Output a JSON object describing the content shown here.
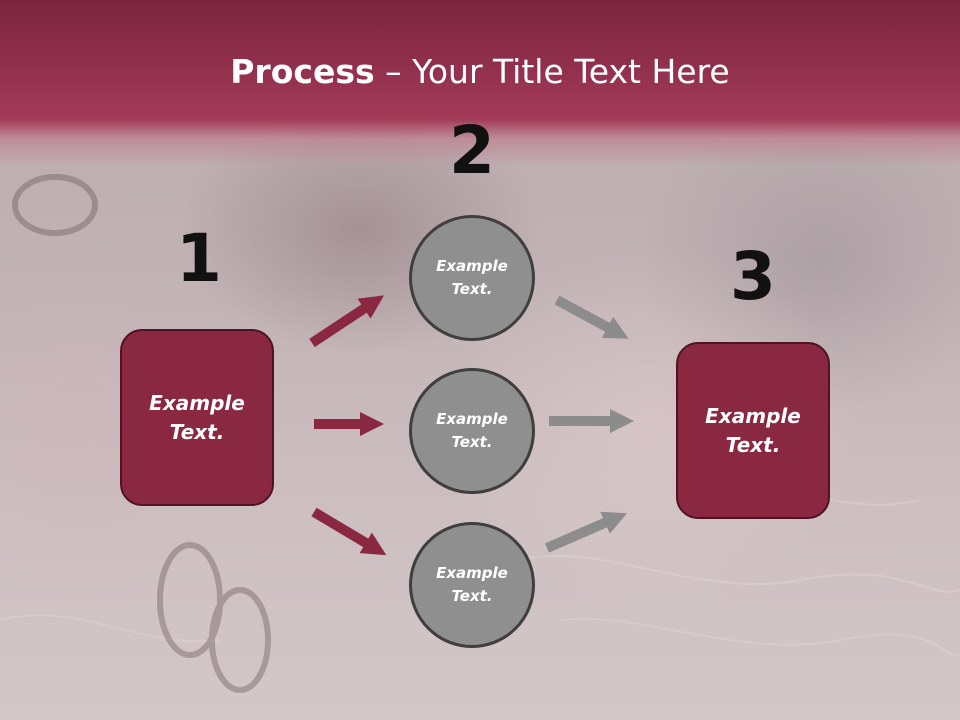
{
  "title": {
    "bold": "Process",
    "separator": " – ",
    "rest": "Your Title Text Here"
  },
  "steps": [
    {
      "number": "1",
      "label": "Example\nText."
    },
    {
      "number": "2",
      "items": [
        "Example\nText.",
        "Example\nText.",
        "Example\nText."
      ]
    },
    {
      "number": "3",
      "label": "Example\nText."
    }
  ],
  "colors": {
    "header": "#8e2e4b",
    "box_fill": "#8a2842",
    "circle_fill": "#8f8f8f",
    "arrow_left": "#8a2842",
    "arrow_right": "#8c8c8c"
  }
}
